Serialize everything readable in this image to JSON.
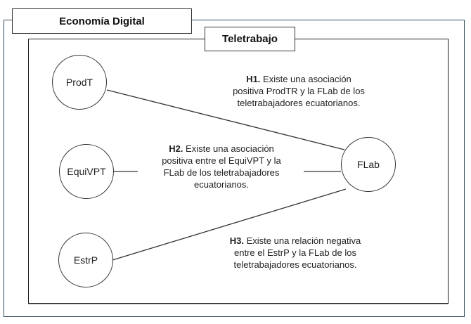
{
  "frames": {
    "outer_title": "Economía Digital",
    "inner_title": "Teletrabajo"
  },
  "nodes": {
    "prodt": "ProdT",
    "equivpt": "EquiVPT",
    "estrp": "EstrP",
    "flab": "FLab"
  },
  "hypotheses": [
    {
      "id": "H1.",
      "lines": [
        "Existe una asociación",
        "positiva ProdTR y la FLab de los",
        "teletrabajadores ecuatorianos."
      ]
    },
    {
      "id": "H2.",
      "lines": [
        "Existe una asociación",
        "positiva entre el EquiVPT y la",
        "FLab de los teletrabajadores",
        "ecuatorianos."
      ]
    },
    {
      "id": "H3.",
      "lines": [
        "Existe una relación negativa",
        "entre el EstrP y la FLab de los",
        "teletrabajadores ecuatorianos."
      ]
    }
  ],
  "colors": {
    "outer_frame": "#33505e",
    "inner_frame": "#1e1e1e"
  }
}
